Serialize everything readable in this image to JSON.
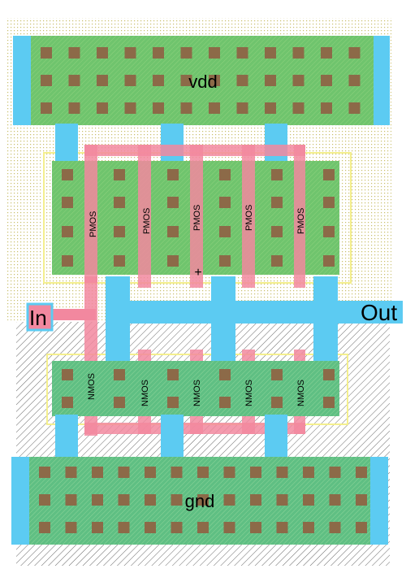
{
  "labels": {
    "vdd": "vdd",
    "gnd": "gnd",
    "in": "In",
    "out": "Out",
    "pmos": "PMOS",
    "nmos": "NMOS",
    "origin_mark": "+"
  },
  "colors": {
    "metal1": "#5ccbf2",
    "diffusion": "#6fc46d",
    "poly": "#f2889f",
    "contact": "#8c6a48",
    "nwell_dots": "#d9cf86",
    "select_outline": "#f2ee9a",
    "substrate_hatch": "#2b2b2b"
  }
}
